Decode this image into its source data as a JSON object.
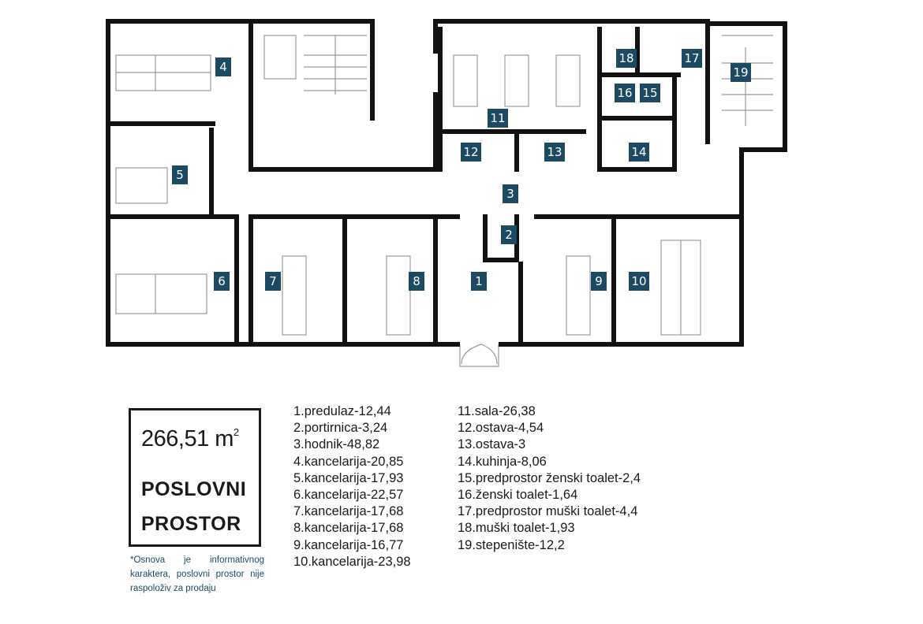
{
  "plan": {
    "room_labels": [
      "1",
      "2",
      "3",
      "4",
      "5",
      "6",
      "7",
      "8",
      "9",
      "10",
      "11",
      "12",
      "13",
      "14",
      "15",
      "16",
      "17",
      "18",
      "19"
    ],
    "label_color": "#1d4a63"
  },
  "summary": {
    "area_value": "266,51 m",
    "area_unit_sup": "2",
    "title_line1": "POSLOVNI",
    "title_line2": "PROSTOR",
    "note": "*Osnova je informativnog karaktera, poslovni prostor nije raspoloživ za prodaju"
  },
  "rooms": [
    "1.predulaz-12,44",
    "2.portirnica-3,24",
    "3.hodnik-48,82",
    "4.kancelarija-20,85",
    "5.kancelarija-17,93",
    "6.kancelarija-22,57",
    "7.kancelarija-17,68",
    "8.kancelarija-17,68",
    "9.kancelarija-16,77",
    "10.kancelarija-23,98",
    "11.sala-26,38",
    "12.ostava-4,54",
    "13.ostava-3",
    "14.kuhinja-8,06",
    "15.predprostor ženski toalet-2,4",
    "16.ženski toalet-1,64",
    "17.predprostor muški toalet-4,4",
    "18.muški toalet-1,93",
    "19.stepenište-12,2"
  ]
}
